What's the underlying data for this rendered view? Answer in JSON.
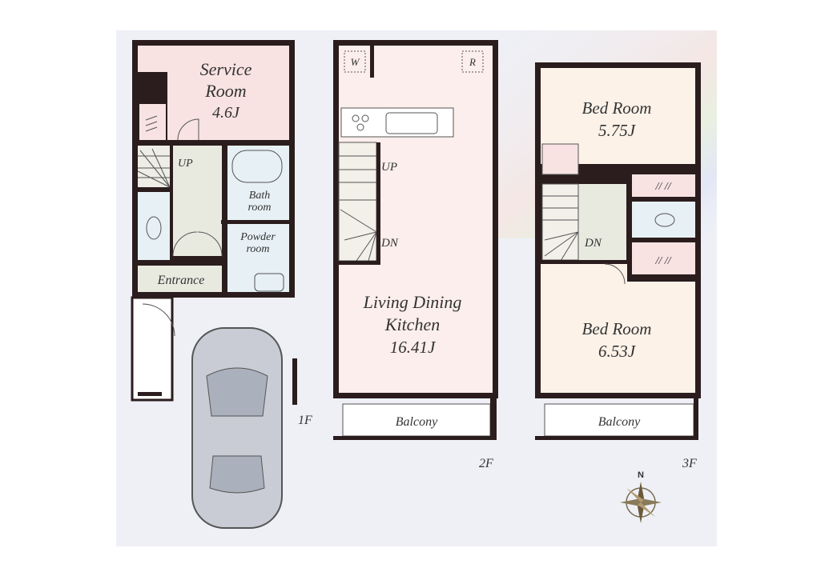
{
  "floors": {
    "f1": {
      "label": "1F",
      "rooms": {
        "service_line1": "Service",
        "service_line2": "Room",
        "service_size": "4.6J",
        "bath_line1": "Bath",
        "bath_line2": "room",
        "powder_line1": "Powder",
        "powder_line2": "room",
        "entrance": "Entrance",
        "stairs": "UP"
      }
    },
    "f2": {
      "label": "2F",
      "rooms": {
        "ldk_line1": "Living Dining",
        "ldk_line2": "Kitchen",
        "ldk_size": "16.41J",
        "balcony": "Balcony",
        "stairs_up": "UP",
        "stairs_dn": "DN",
        "w_mark": "W",
        "r_mark": "R"
      }
    },
    "f3": {
      "label": "3F",
      "rooms": {
        "bed1_line1": "Bed Room",
        "bed1_size": "5.75J",
        "bed2_line1": "Bed Room",
        "bed2_size": "6.53J",
        "balcony": "Balcony",
        "stairs_dn": "DN"
      }
    }
  },
  "compass": {
    "north": "N"
  },
  "colors": {
    "wall": "#2b1d1d",
    "service": "#f8e2e2",
    "ldk": "#fbeeec",
    "bed": "#fcf2e8",
    "wet": "#e6f0f5",
    "hall": "#e8eae0"
  }
}
